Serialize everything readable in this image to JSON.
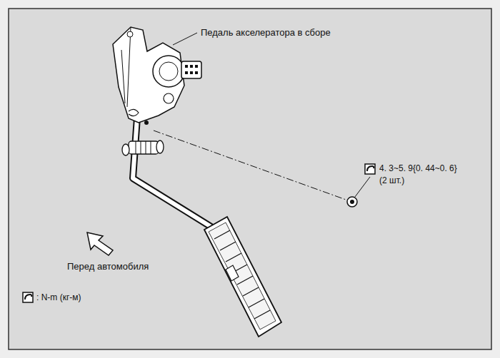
{
  "diagram": {
    "labels": [
      "Педаль акселератора в сборе",
      "4. 3~5. 9{0. 44~0. 6}",
      "(2 шт.)",
      "Перед автомобиля",
      ": N-m (кг-м)"
    ]
  }
}
